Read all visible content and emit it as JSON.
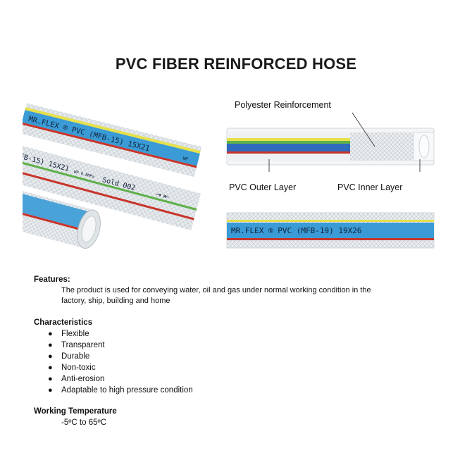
{
  "title": "PVC FIBER REINFORCED HOSE",
  "hose_prints": {
    "hose1": "MR.FLEX ® PVC (MFB-15) 15X21",
    "hose1_tail": "WP",
    "hose2": "FB-15) 15X21",
    "hose2_mid": "WP 0.8MPa",
    "hose2_tail": "Sold 002",
    "hose3": "MR.FLEX ® PVC (MFB-19) 19X26"
  },
  "diagram": {
    "label_reinforcement": "Polyester Reinforcement",
    "label_outer": "PVC Outer Layer",
    "label_inner": "PVC Inner Layer"
  },
  "features": {
    "heading": "Features:",
    "text_line1": "The product is used for conveying water, oil and gas under normal working condition in the",
    "text_line2": "factory, ship, building and home"
  },
  "characteristics": {
    "heading": "Characteristics",
    "items": [
      "Flexible",
      "Transparent",
      "Durable",
      "Non-toxic",
      "Anti-erosion",
      "Adaptable to high pressure condition"
    ]
  },
  "working_temperature": {
    "heading": "Working Temperature",
    "value": "-5ºC to 65ºC"
  },
  "colors": {
    "stripe_blue": "#3a9bd6",
    "stripe_red": "#c8342a",
    "stripe_yellow": "#e7e04a",
    "stripe_green": "#5fb04a",
    "hose_clear": "#e9eef1"
  }
}
